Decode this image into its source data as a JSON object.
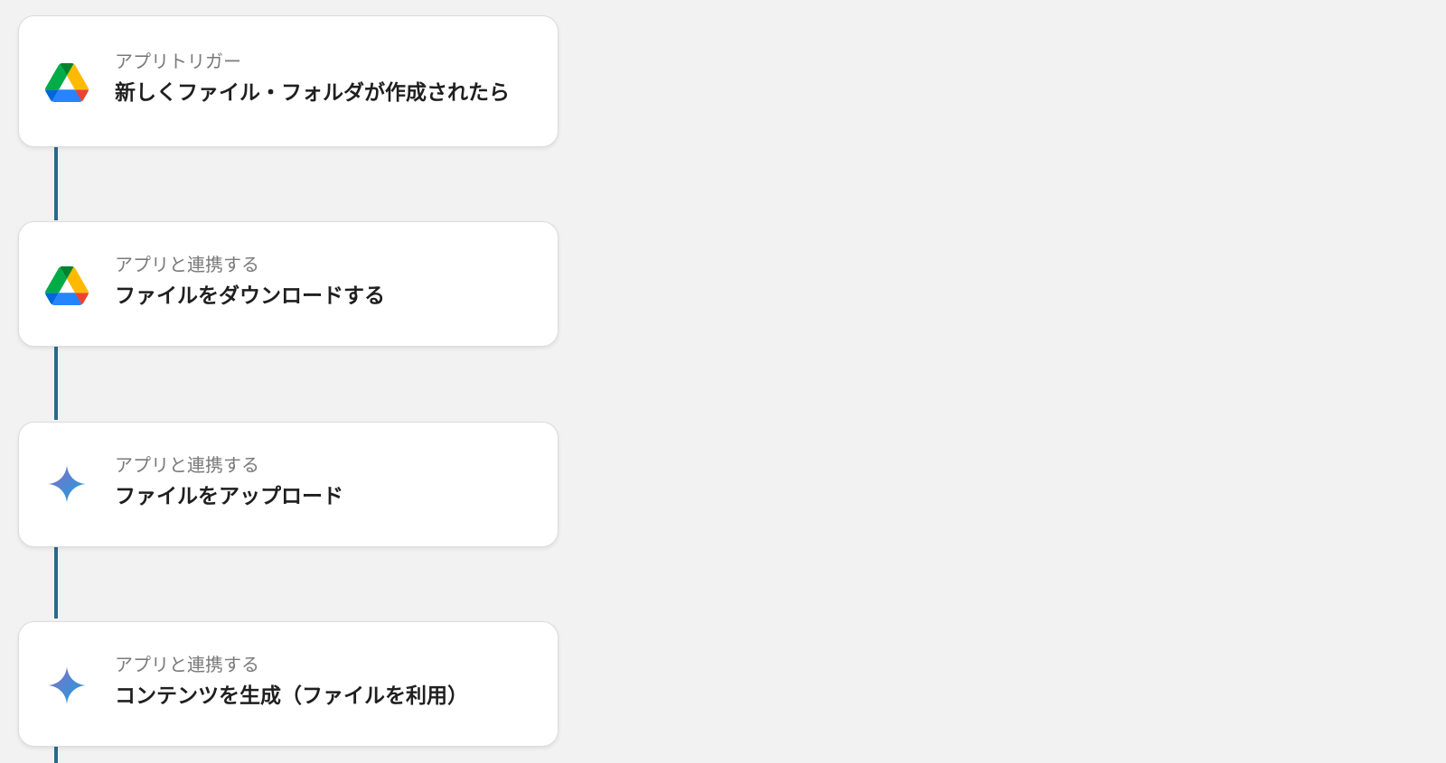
{
  "colors": {
    "background": "#f2f2f2",
    "card": "#ffffff",
    "connector": "#2a6a8a",
    "type_text": "#7a7a7a",
    "title_text": "#1f1f1f"
  },
  "steps": [
    {
      "type_label": "アプリトリガー",
      "title": "新しくファイル・フォルダが作成されたら",
      "icon": "google-drive-icon"
    },
    {
      "type_label": "アプリと連携する",
      "title": "ファイルをダウンロードする",
      "icon": "google-drive-icon"
    },
    {
      "type_label": "アプリと連携する",
      "title": "ファイルをアップロード",
      "icon": "gemini-icon"
    },
    {
      "type_label": "アプリと連携する",
      "title": "コンテンツを生成（ファイルを利用）",
      "icon": "gemini-icon"
    }
  ]
}
